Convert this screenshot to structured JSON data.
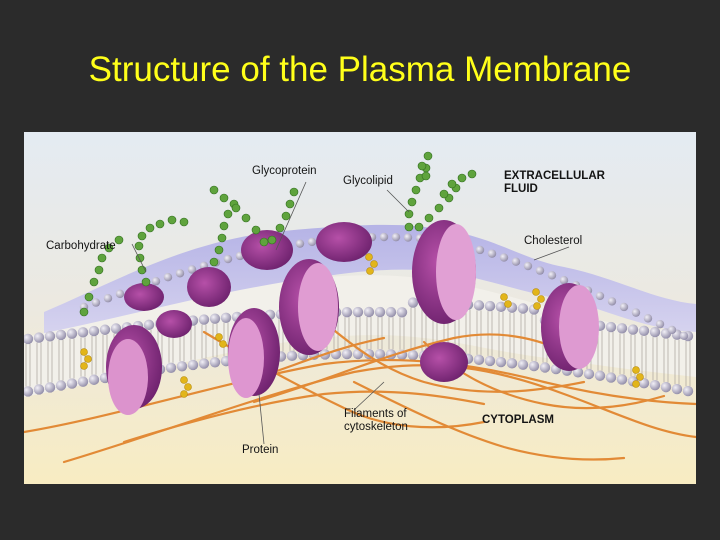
{
  "slide": {
    "title": "Structure of the Plasma Membrane"
  },
  "colors": {
    "title": "#ffff1a",
    "background": "#2b2b2b",
    "extracellular": "#dfe7ef",
    "cytoplasm": "#f7ebc3",
    "phospholipid_head": "#b9b5c9",
    "protein_body": "#8e2a86",
    "protein_face": "#dd96cf",
    "glyco_chain": "#5ea33d",
    "cholesterol": "#e0b51a",
    "filament": "#e18e3c"
  },
  "diagram": {
    "labels": {
      "glycoprotein": "Glycoprotein",
      "glycolipid": "Glycolipid",
      "extracellular_fluid": "EXTRACELLULAR FLUID",
      "carbohydrate": "Carbohydrate",
      "cholesterol": "Cholesterol",
      "filaments": "Filaments of cytoskeleton",
      "cytoplasm": "CYTOPLASM",
      "protein": "Protein"
    },
    "icons": {
      "phospholipid": "phospholipid-icon",
      "protein": "protein-icon",
      "carbohydrate_chain": "carbohydrate-chain-icon",
      "cholesterol": "cholesterol-icon",
      "filament": "filament-icon"
    }
  }
}
